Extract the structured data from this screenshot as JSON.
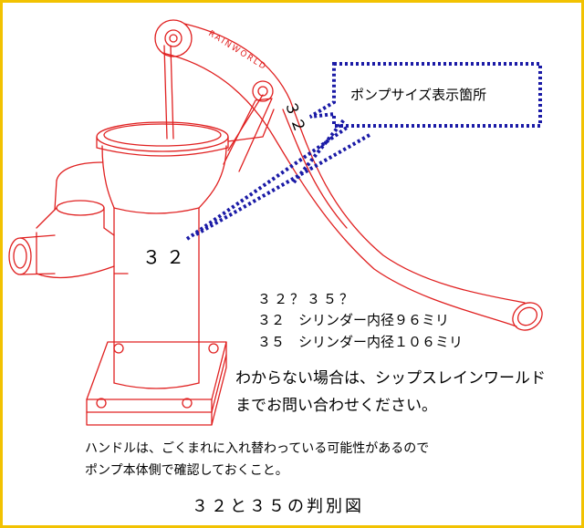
{
  "brand_text": "RAINWORLD",
  "handle_number": "３２",
  "callout_label": "ポンプサイズ表示箇所",
  "body_number": "３２",
  "question": "３２？３５？",
  "size_lines": [
    "３２　シリンダー内径９６ミリ",
    "３５　シリンダー内径１０６ミリ"
  ],
  "support_lines": [
    "わからない場合は、シップスレインワールド",
    "までお問い合わせください。"
  ],
  "note_lines": [
    "ハンドルは、ごくまれに入れ替わっている可能性があるので",
    "ポンプ本体側で確認しておくこと。"
  ],
  "caption": "３２と３５の判別図",
  "colors": {
    "outline": "#e02020",
    "callout": "#1a1aa6",
    "frame": "#f2c200"
  }
}
